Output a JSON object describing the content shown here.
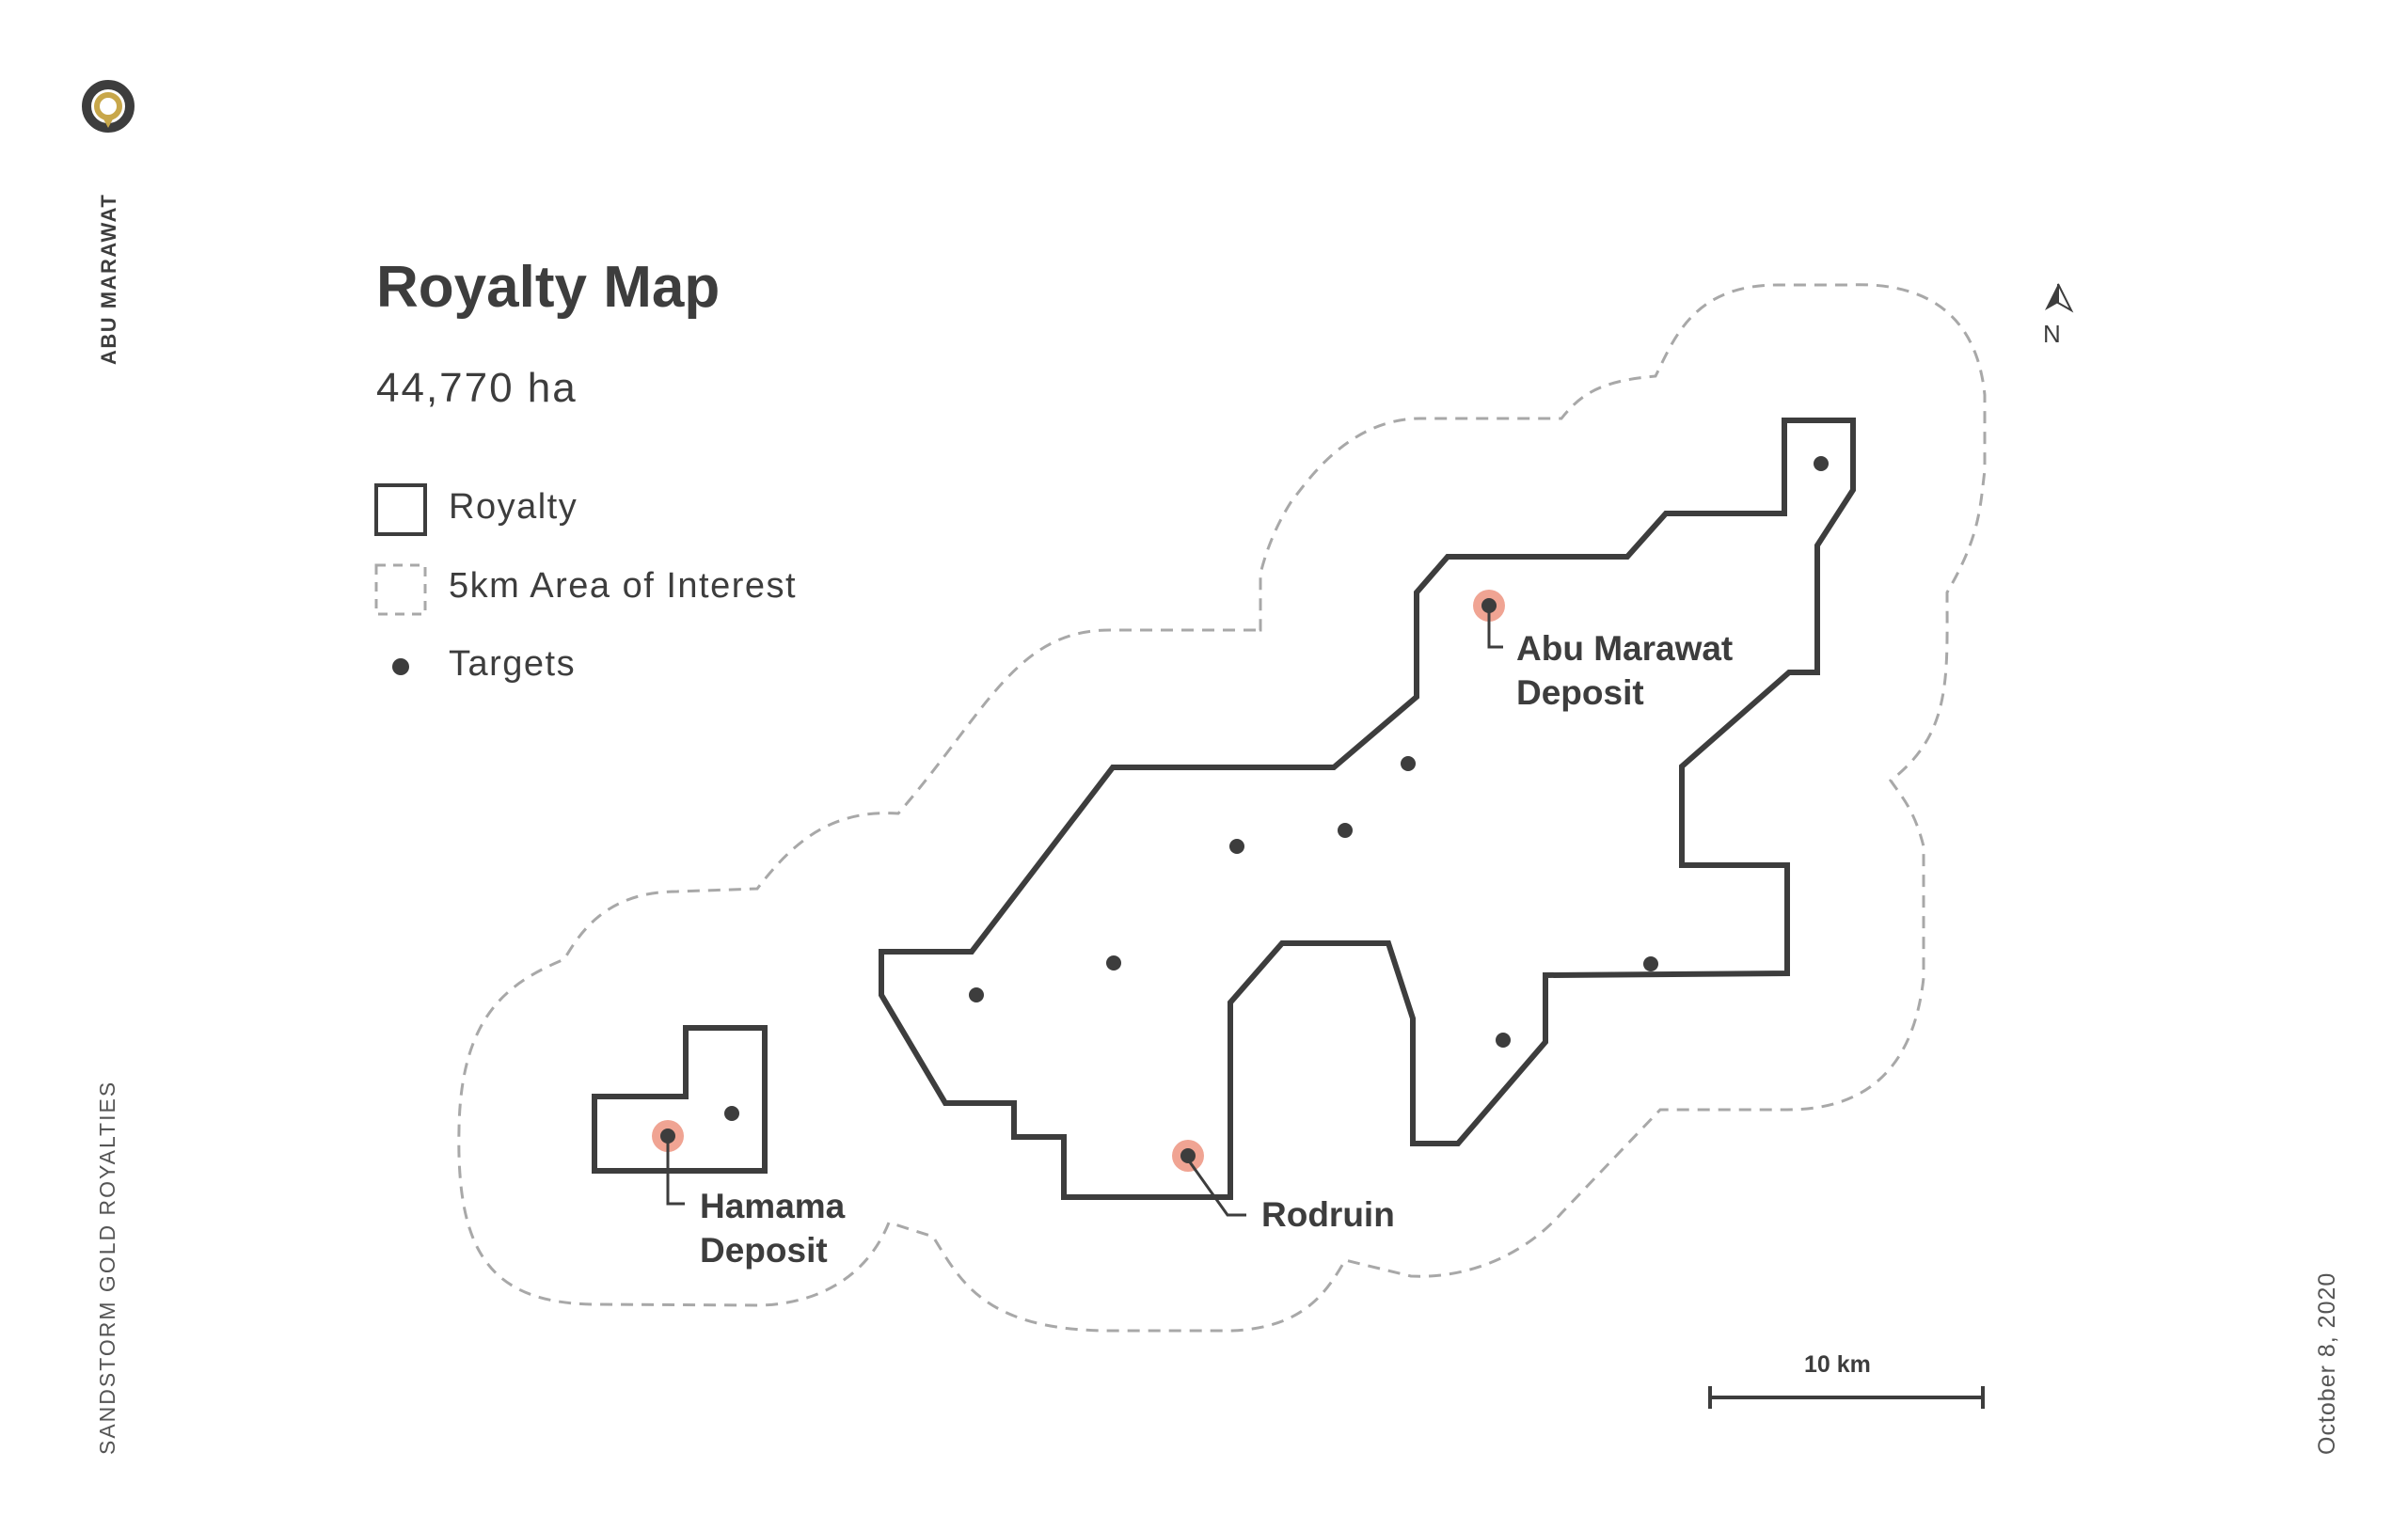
{
  "sidebar": {
    "project_name": "ABU MARAWAT",
    "company_name": "SANDSTORM GOLD ROYALTIES",
    "date": "October 8, 2020",
    "logo_icon": "location-pin-icon"
  },
  "header": {
    "title": "Royalty Map",
    "area": "44,770 ha"
  },
  "legend": {
    "royalty": "Royalty",
    "area_of_interest": "5km Area of Interest",
    "targets": "Targets"
  },
  "map": {
    "north_label": "N",
    "scale_label": "10 km",
    "deposits": {
      "abu_marawat": [
        "Abu Marawat",
        "Deposit"
      ],
      "rodruin": "Rodruin",
      "hamama": [
        "Hamama",
        "Deposit"
      ]
    }
  },
  "colors": {
    "outline": "#3d3d3d",
    "aoi_dash": "#a8a8a8",
    "deposit_halo": "#f0a493",
    "logo_gold": "#c8a74a"
  }
}
